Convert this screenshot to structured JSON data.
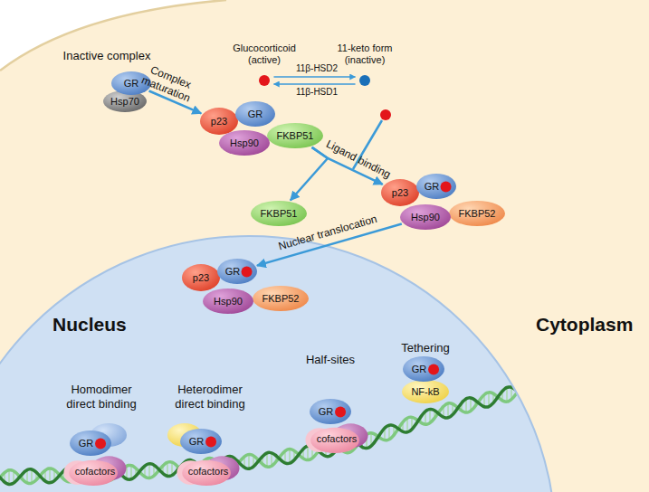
{
  "diagram": {
    "nodes": [
      {
        "text": [
          "Cytoplasm"
        ]
      },
      {
        "text": [
          "Nucleus"
        ],
        "in": 0
      },
      {
        "text": [
          "Glucocorticoid (active)"
        ],
        "in": 0
      },
      {
        "text": [
          "11-keto form (inactive)"
        ],
        "in": 0
      },
      {
        "text": [
          "GR"
        ],
        "in": 0
      },
      {
        "text": [
          "Hsp70"
        ],
        "in": 0
      },
      {
        "text": [
          "p23"
        ],
        "in": 0
      },
      {
        "text": [
          "GR"
        ],
        "in": 0
      },
      {
        "text": [
          "Hsp90"
        ],
        "in": 0
      },
      {
        "text": [
          "FKBP51"
        ],
        "in": 0
      },
      {
        "text": [
          "FKBP51"
        ],
        "in": 0
      },
      {
        "text": [
          "p23"
        ],
        "in": 0
      },
      {
        "text": [
          "GR"
        ],
        "in": 0
      },
      {
        "text": [
          "Hsp90"
        ],
        "in": 0
      },
      {
        "text": [
          "FKBP52"
        ],
        "in": 0
      },
      {
        "text": [
          "p23"
        ],
        "in": 1
      },
      {
        "text": [
          "GR"
        ],
        "in": 1
      },
      {
        "text": [
          "Hsp90"
        ],
        "in": 1
      },
      {
        "text": [
          "FKBP52"
        ],
        "in": 1
      },
      {
        "text": [
          "GR"
        ],
        "in": 1
      },
      {
        "text": [
          "cofactors"
        ],
        "in": 1
      },
      {
        "text": [
          "GR"
        ],
        "in": 1
      },
      {
        "text": [
          "cofactors"
        ],
        "in": 1
      },
      {
        "text": [
          "GR"
        ],
        "in": 1
      },
      {
        "text": [
          "cofactors"
        ],
        "in": 1
      },
      {
        "text": [
          "GR"
        ],
        "in": 1
      },
      {
        "text": [
          "NF-kB"
        ],
        "in": 1
      }
    ],
    "edges": [
      {
        "from": 2,
        "to": 3,
        "arrow": "to",
        "label": "11β-HSD2"
      },
      {
        "from": 3,
        "to": 2,
        "arrow": "to",
        "label": "11β-HSD1"
      },
      {
        "from": 4,
        "to": 6,
        "arrow": "to",
        "label": "Complex maturation"
      },
      {
        "from": 9,
        "to": 10,
        "arrow": "to"
      },
      {
        "from": 9,
        "to": 11,
        "arrow": "to",
        "label": "Ligand binding"
      },
      {
        "from": 13,
        "to": 16,
        "arrow": "to",
        "label": "Nuclear translocation"
      }
    ],
    "labels": [
      "Inactive complex",
      "Homodimer direct binding",
      "Heterodimer direct binding",
      "Half-sites",
      "Tethering"
    ]
  }
}
